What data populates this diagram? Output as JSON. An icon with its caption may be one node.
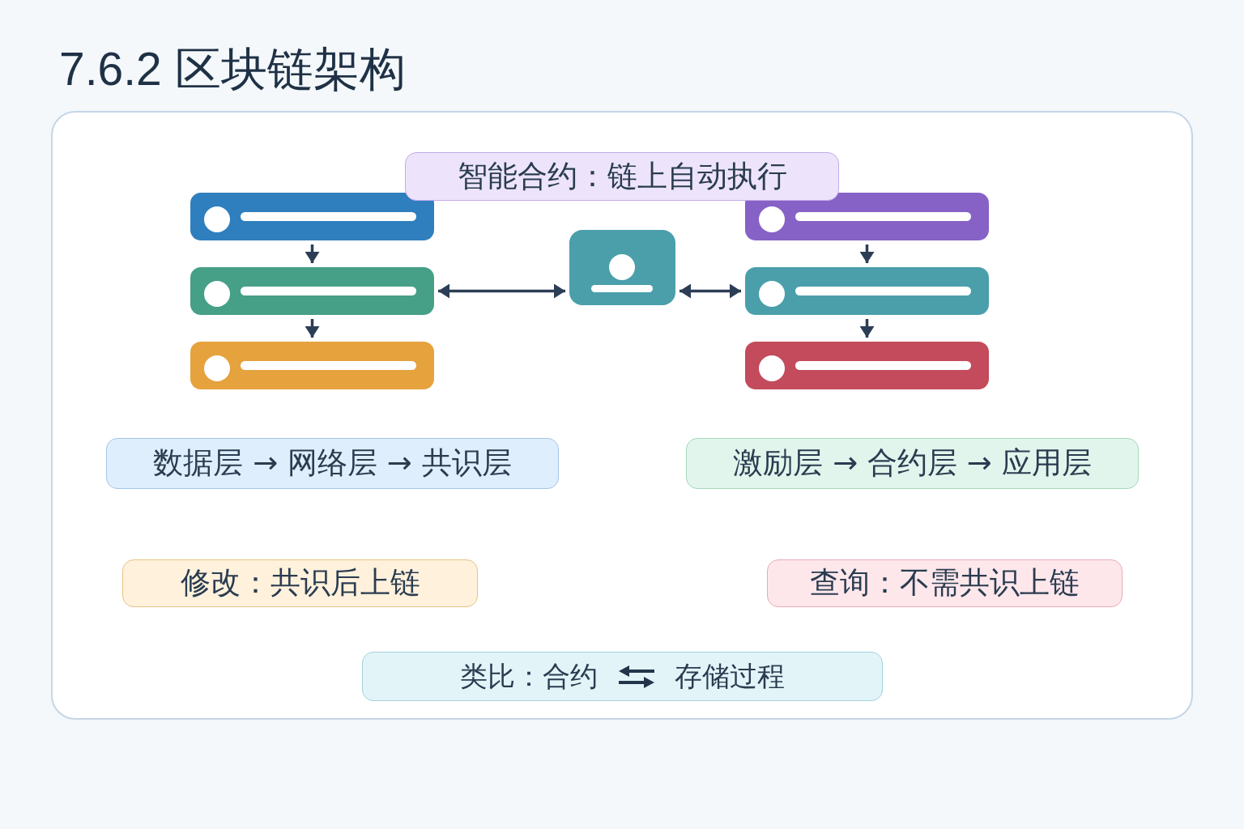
{
  "diagram": {
    "title": "7.6.2 区块链架构",
    "nodes": [
      {
        "text": [],
        "shape": "box"
      },
      {
        "text": [
          "智能合约：链上自动执行"
        ],
        "in": 0
      },
      {
        "text": [],
        "shape": "bar",
        "in": 0
      },
      {
        "text": [],
        "shape": "bar",
        "in": 0
      },
      {
        "text": [],
        "shape": "bar",
        "in": 0
      },
      {
        "text": [],
        "shape": "person",
        "in": 0
      },
      {
        "text": [],
        "shape": "bar",
        "in": 0
      },
      {
        "text": [],
        "shape": "bar",
        "in": 0
      },
      {
        "text": [],
        "shape": "bar",
        "in": 0
      },
      {
        "text": [
          "数据层 → 网络层 → 共识层"
        ],
        "in": 0
      },
      {
        "text": [
          "激励层 → 合约层 → 应用层"
        ],
        "in": 0
      },
      {
        "text": [
          "修改：共识后上链"
        ],
        "in": 0
      },
      {
        "text": [
          "查询：不需共识上链"
        ],
        "in": 0
      },
      {
        "text": [
          "类比：合约",
          "存储过程"
        ],
        "in": 0
      }
    ],
    "edges": [
      {
        "from": 2,
        "to": 3,
        "arrow": "to"
      },
      {
        "from": 3,
        "to": 4,
        "arrow": "to"
      },
      {
        "from": 6,
        "to": 7,
        "arrow": "to"
      },
      {
        "from": 7,
        "to": 8,
        "arrow": "to"
      },
      {
        "from": 3,
        "to": 5,
        "arrow": "both"
      },
      {
        "from": 5,
        "to": 7,
        "arrow": "both"
      }
    ]
  }
}
